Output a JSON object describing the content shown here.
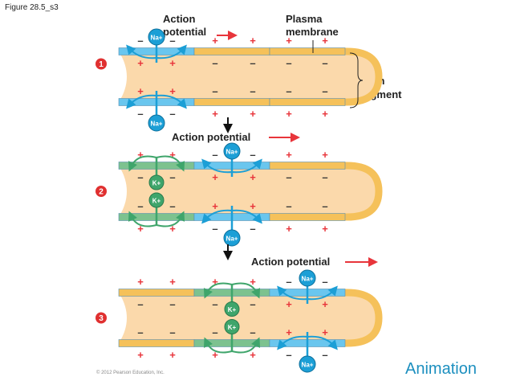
{
  "figure_label": "Figure 28.5_s3",
  "labels": {
    "action_potential_top": "Action\npotential",
    "plasma_membrane": "Plasma\nmembrane",
    "axon_segment": "Axon\nsegment",
    "action_potential_2": "Action potential",
    "action_potential_3": "Action potential"
  },
  "steps": [
    "1",
    "2",
    "3"
  ],
  "ions": {
    "sodium": "Na+",
    "potassium": "K+"
  },
  "charges": {
    "plus": "+",
    "minus": "–"
  },
  "copyright": "© 2012 Pearson Education, Inc.",
  "animation_link": "Animation",
  "colors": {
    "axoplasm": "#fbd9ab",
    "membrane_resting": "#f5c15a",
    "membrane_depolarized": "#6ac6ee",
    "membrane_repolarizing": "#7dc28f",
    "sodium_ion": "#1c9fd6",
    "potassium_ion": "#3fa56b",
    "arrow_red": "#e8353b",
    "step_badge": "#e03030"
  }
}
